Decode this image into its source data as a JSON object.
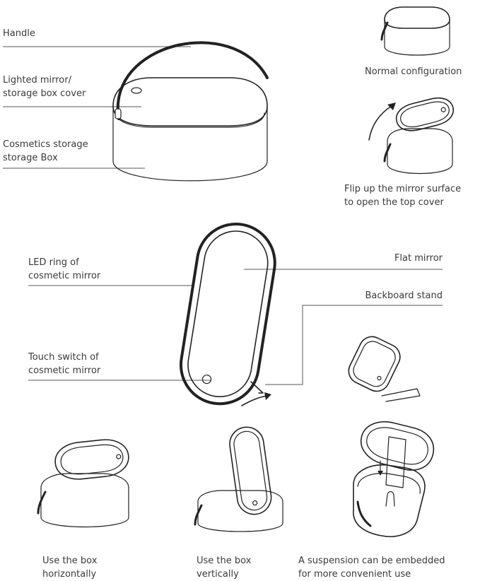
{
  "labels": {
    "handle": "Handle",
    "mirror_cover": "Lighted mirror/\nstorage box cover",
    "storage_box": "Cosmetics storage\nstorage Box",
    "normal_config": "Normal configuration",
    "flip_up": "Flip up the mirror surface\nto open the top cover",
    "led_ring": "LED ring of\ncosmetic mirror",
    "flat_mirror": "Flat mirror",
    "backboard_stand": "Backboard stand",
    "touch_switch": "Touch switch of\ncosmetic mirror",
    "use_horizontal": "Use the box\nhorizontally",
    "use_vertical": "Use the box\nvertically",
    "suspension": "A suspension can be embedded\nfor more convenient use"
  },
  "illustrations": [
    "main-box-illustration",
    "normal-configuration-illustration",
    "flip-up-illustration",
    "standing-mirror-illustration",
    "mirror-stand-side-illustration",
    "horizontal-use-illustration",
    "vertical-use-illustration",
    "suspension-illustration"
  ]
}
